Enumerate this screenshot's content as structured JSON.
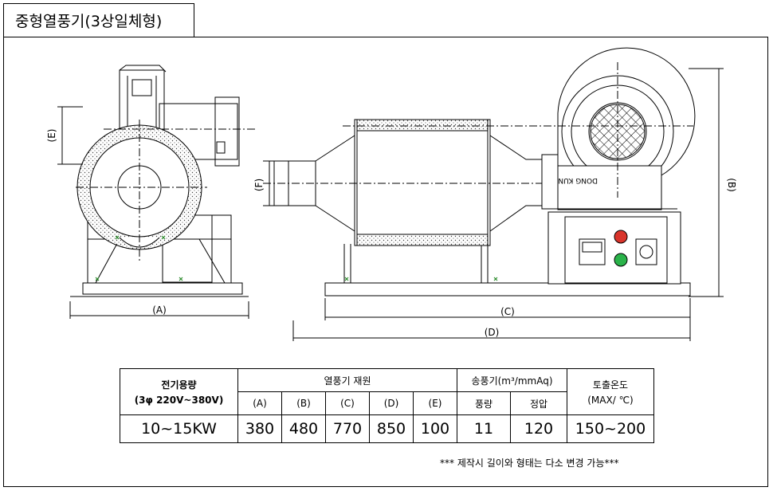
{
  "title": "중형열풍기(3상일체형)",
  "drawing": {
    "dim_labels": {
      "a": "(A)",
      "b": "(B)",
      "c": "(C)",
      "d": "(D)",
      "e": "(E)",
      "f": "(F)"
    },
    "brand_text": "DONG KUN"
  },
  "spec_table": {
    "power_header": "전기용량",
    "power_sub": "(3φ 220V~380V)",
    "heater_header": "열풍기 재원",
    "blower_header": "송풍기(m³/mmAq)",
    "temp_header": "토출온도",
    "temp_sub": "(MAX/ ℃)",
    "columns": [
      "(A)",
      "(B)",
      "(C)",
      "(D)",
      "(E)"
    ],
    "blower_columns": [
      "풍량",
      "정압"
    ],
    "row": {
      "power": "10~15KW",
      "a": "380",
      "b": "480",
      "c": "770",
      "d": "850",
      "e": "100",
      "flow": "11",
      "pressure": "120",
      "temp": "150~200"
    }
  },
  "footnote": "*** 제작시 길이와 형태는 다소 변경 가능***"
}
